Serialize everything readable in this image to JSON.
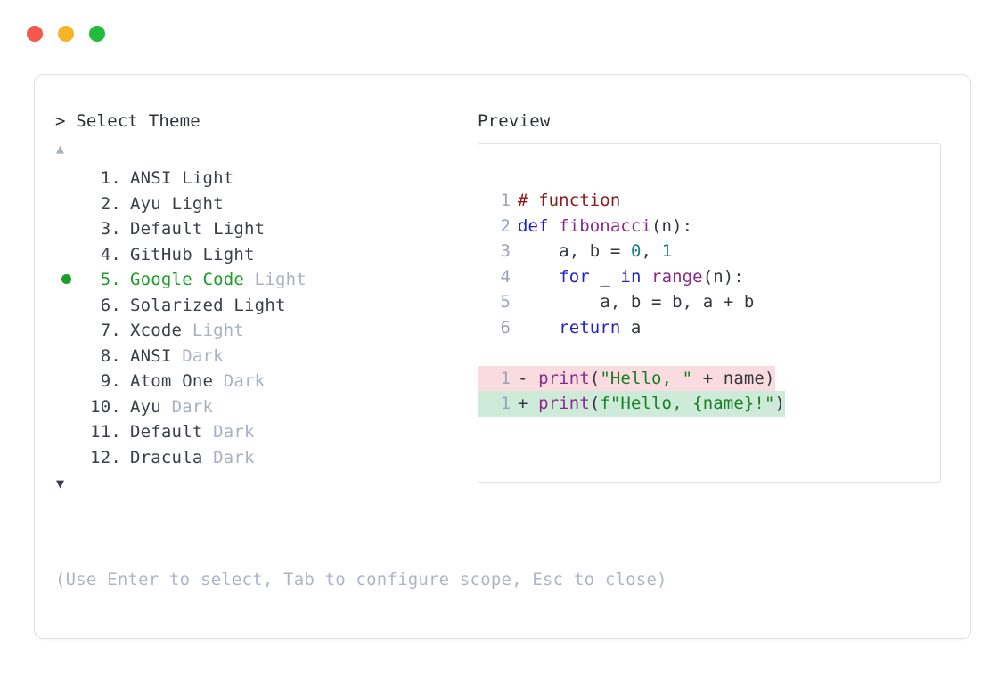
{
  "window": {
    "dots": [
      {
        "name": "close",
        "color": "#f5564e"
      },
      {
        "name": "minimize",
        "color": "#f6b428"
      },
      {
        "name": "maximize",
        "color": "#22bb3d"
      }
    ]
  },
  "selector": {
    "caret": ">",
    "title": "Select Theme",
    "scroll_up": "▲",
    "scroll_down": "▼",
    "selected_index": 5,
    "items": [
      {
        "num": "1.",
        "base": "ANSI",
        "variant": "Light",
        "variant_muted": false,
        "selected": false
      },
      {
        "num": "2.",
        "base": "Ayu",
        "variant": "Light",
        "variant_muted": false,
        "selected": false
      },
      {
        "num": "3.",
        "base": "Default",
        "variant": "Light",
        "variant_muted": false,
        "selected": false
      },
      {
        "num": "4.",
        "base": "GitHub",
        "variant": "Light",
        "variant_muted": false,
        "selected": false
      },
      {
        "num": "5.",
        "base": "Google Code",
        "variant": "Light",
        "variant_muted": true,
        "selected": true
      },
      {
        "num": "6.",
        "base": "Solarized",
        "variant": "Light",
        "variant_muted": false,
        "selected": false
      },
      {
        "num": "7.",
        "base": "Xcode",
        "variant": "Light",
        "variant_muted": true,
        "selected": false
      },
      {
        "num": "8.",
        "base": "ANSI",
        "variant": "Dark",
        "variant_muted": true,
        "selected": false
      },
      {
        "num": "9.",
        "base": "Atom One",
        "variant": "Dark",
        "variant_muted": true,
        "selected": false
      },
      {
        "num": "10.",
        "base": "Ayu",
        "variant": "Dark",
        "variant_muted": true,
        "selected": false
      },
      {
        "num": "11.",
        "base": "Default",
        "variant": "Dark",
        "variant_muted": true,
        "selected": false
      },
      {
        "num": "12.",
        "base": "Dracula",
        "variant": "Dark",
        "variant_muted": true,
        "selected": false
      }
    ],
    "hint": "(Use Enter to select, Tab to configure scope, Esc to close)"
  },
  "preview": {
    "label": "Preview",
    "code_lines": [
      {
        "ln": "1",
        "tokens": [
          {
            "t": "# function",
            "c": "comment"
          }
        ]
      },
      {
        "ln": "2",
        "tokens": [
          {
            "t": "def ",
            "c": "keyword"
          },
          {
            "t": "fibonacci",
            "c": "func"
          },
          {
            "t": "(n):",
            "c": "plain"
          }
        ]
      },
      {
        "ln": "3",
        "tokens": [
          {
            "t": "    a, b = ",
            "c": "plain"
          },
          {
            "t": "0",
            "c": "number"
          },
          {
            "t": ", ",
            "c": "plain"
          },
          {
            "t": "1",
            "c": "number"
          }
        ]
      },
      {
        "ln": "4",
        "tokens": [
          {
            "t": "    ",
            "c": "plain"
          },
          {
            "t": "for",
            "c": "keyword"
          },
          {
            "t": " _ ",
            "c": "plain"
          },
          {
            "t": "in",
            "c": "keyword"
          },
          {
            "t": " ",
            "c": "plain"
          },
          {
            "t": "range",
            "c": "func"
          },
          {
            "t": "(n):",
            "c": "plain"
          }
        ]
      },
      {
        "ln": "5",
        "tokens": [
          {
            "t": "        a, b = b, a + b",
            "c": "plain"
          }
        ]
      },
      {
        "ln": "6",
        "tokens": [
          {
            "t": "    ",
            "c": "plain"
          },
          {
            "t": "return",
            "c": "keyword"
          },
          {
            "t": " a",
            "c": "plain"
          }
        ]
      }
    ],
    "diff_lines": [
      {
        "ln": "1",
        "kind": "del",
        "marker": "- ",
        "tokens": [
          {
            "t": "print",
            "c": "func"
          },
          {
            "t": "(",
            "c": "plain"
          },
          {
            "t": "\"Hello, \"",
            "c": "string"
          },
          {
            "t": " + name)",
            "c": "plain"
          }
        ]
      },
      {
        "ln": "1",
        "kind": "add",
        "marker": "+ ",
        "tokens": [
          {
            "t": "print",
            "c": "func"
          },
          {
            "t": "(",
            "c": "plain"
          },
          {
            "t": "f\"Hello, {name}!\"",
            "c": "string"
          },
          {
            "t": ")",
            "c": "plain"
          }
        ]
      }
    ]
  },
  "colors": {
    "accent_green": "#1a9e27",
    "muted_text": "#a9b1c2",
    "body_text": "#3a3f48",
    "line_number": "#9aa4b8",
    "border": "#dfe1e8",
    "diff_del_bg": "#fadce0",
    "diff_add_bg": "#cdebd8",
    "tok_comment": "#8b1a1a",
    "tok_keyword": "#2222cc",
    "tok_func": "#8b2a8b",
    "tok_number": "#198080",
    "tok_string": "#1a8026"
  }
}
